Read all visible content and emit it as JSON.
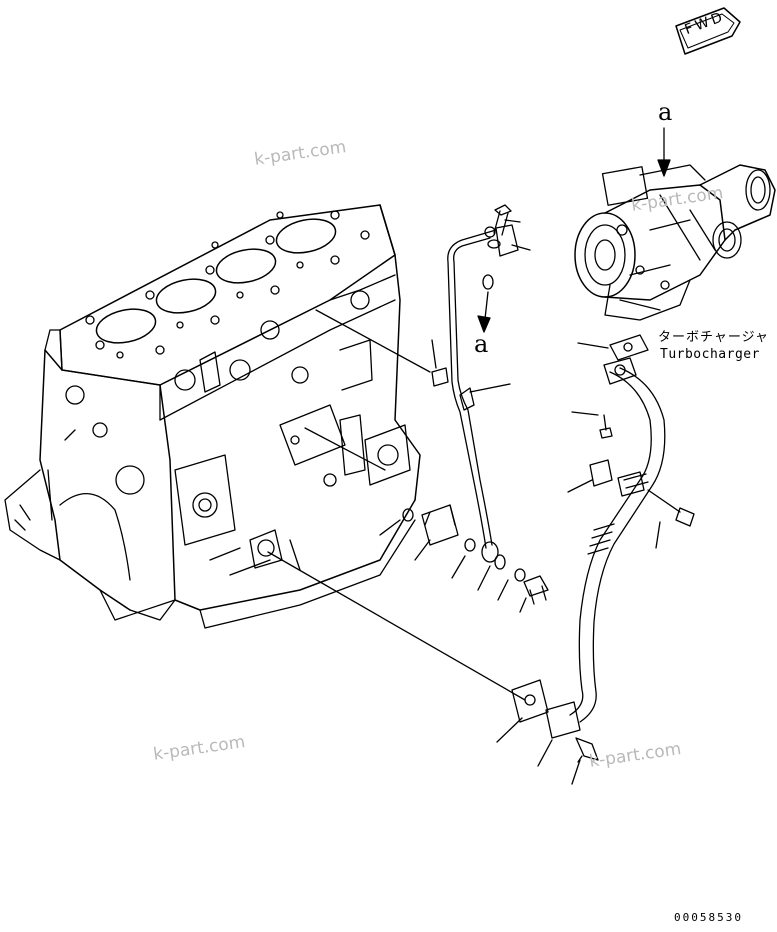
{
  "orientation": {
    "fwd_label": "FWD"
  },
  "callouts": {
    "top_a": "a",
    "pipe_a": "a"
  },
  "part": {
    "name_jp": "ターボチャージャ",
    "name_en": "Turbocharger"
  },
  "watermarks": [
    "k-part.com",
    "k-part.com",
    "k-part.com",
    "k-part.com"
  ],
  "document_number": "00058530",
  "colors": {
    "line": "#000000",
    "watermark": "#b9b9b9",
    "background": "#ffffff"
  }
}
